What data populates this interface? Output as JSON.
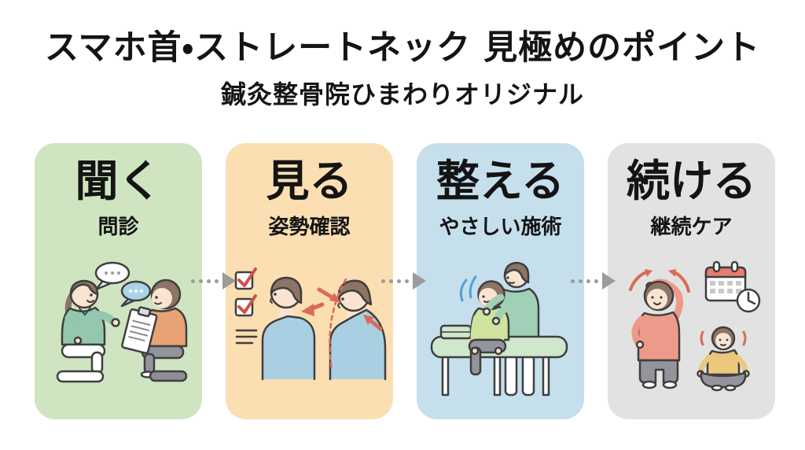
{
  "header": {
    "title": "スマホ首・ストレートネック 見極めのポイント",
    "subtitle": "鍼灸整骨院ひまわりオリジナル"
  },
  "steps": [
    {
      "title": "聞く",
      "subtitle": "問診",
      "card_color": "#cfe4c0",
      "illustration": "consultation-interview-illustration"
    },
    {
      "title": "見る",
      "subtitle": "姿勢確認",
      "card_color": "#fbdfb2",
      "illustration": "posture-check-illustration"
    },
    {
      "title": "整える",
      "subtitle": "やさしい施術",
      "card_color": "#c5dfec",
      "illustration": "gentle-treatment-illustration"
    },
    {
      "title": "続ける",
      "subtitle": "継続ケア",
      "card_color": "#e2e2e2",
      "illustration": "continuing-care-illustration"
    }
  ],
  "flow": {
    "arrow_style": "dotted-with-solid-head",
    "arrow_color": "#9b9b9b",
    "arrow_count": 3
  },
  "accent_colors": {
    "red_accent": "#db6b57",
    "checkbox_red": "#cf5146",
    "motion_blue": "#4fa3d1",
    "calendar_red": "#e77d6e"
  }
}
